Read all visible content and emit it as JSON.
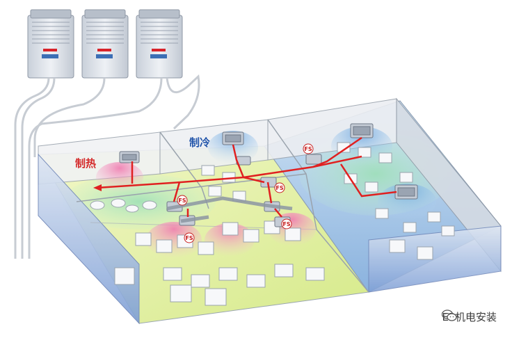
{
  "labels": {
    "heating": "制热",
    "cooling": "制冷",
    "fs": "FS",
    "watermark": "EP机电安装"
  },
  "colors": {
    "heating_text": "#d42a2a",
    "cooling_text": "#2255aa",
    "refrigerant_pipe": "#e02020",
    "warm_air": "#f3a0c4",
    "cool_air": "#8fbfe8",
    "outdoor_unit": "#d8dee8",
    "floor_left": "#dfeea6",
    "floor_right": "#a9c9ea",
    "brand_badge": "#d8232a"
  },
  "icons": {
    "outdoor_units": [
      "outdoor-unit-icon",
      "outdoor-unit-icon",
      "outdoor-unit-icon"
    ],
    "indoor_units": [
      "cassette-indoor-unit-icon"
    ],
    "watermark": "wechat-icon"
  }
}
